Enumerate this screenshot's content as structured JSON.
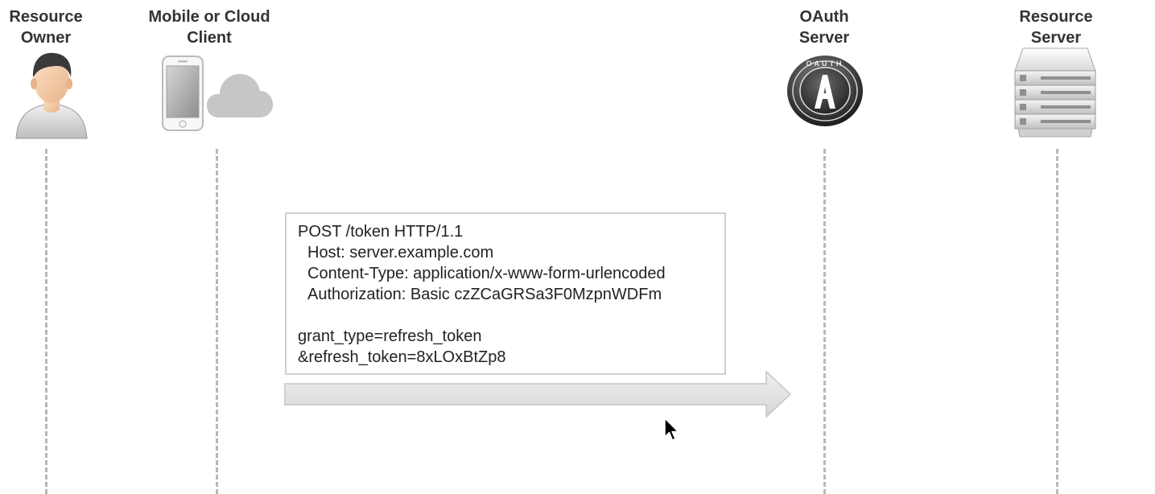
{
  "actors": [
    {
      "id": "resource-owner",
      "label_lines": [
        "Resource",
        "Owner"
      ]
    },
    {
      "id": "client",
      "label_lines": [
        "Mobile or Cloud",
        "Client"
      ]
    },
    {
      "id": "oauth-server",
      "label_lines": [
        "OAuth",
        "Server"
      ]
    },
    {
      "id": "resource-server",
      "label_lines": [
        "Resource",
        "Server"
      ]
    }
  ],
  "icons": {
    "resource_owner": "person-icon",
    "client_device": "mobile-phone-icon",
    "client_cloud": "cloud-icon",
    "oauth_server": "oauth-logo-icon",
    "resource_server": "server-rack-icon",
    "pointer": "mouse-cursor-icon"
  },
  "oauth_logo_text": "OAUTH",
  "message": {
    "request_line": "POST /token HTTP/1.1",
    "headers": [
      "Host: server.example.com",
      "Content-Type: application/x-www-form-urlencoded",
      "Authorization: Basic czZCaGRSa3F0MzpnWDFm"
    ],
    "body": [
      "grant_type=refresh_token",
      "&refresh_token=8xLOxBtZp8"
    ]
  },
  "arrow": {
    "from": "client",
    "to": "oauth-server",
    "direction": "right"
  },
  "colors": {
    "label_text": "#333333",
    "lifeline": "#b8b8b8",
    "box_border": "#cfcfcf",
    "arrow_fill": "#e4e4e4",
    "arrow_stroke": "#c4c4c4"
  }
}
